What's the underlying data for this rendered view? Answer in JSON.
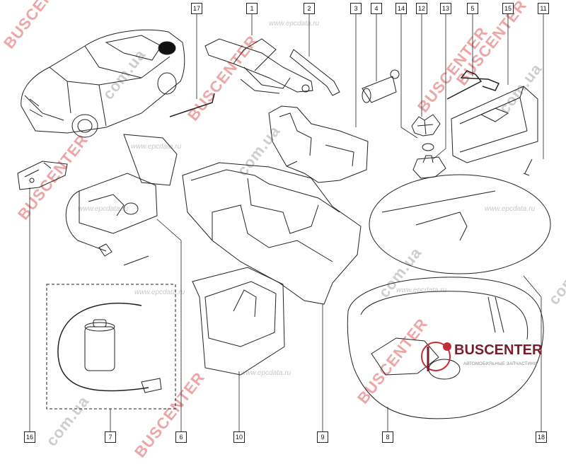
{
  "callouts": [
    {
      "id": "17",
      "label": "17"
    },
    {
      "id": "1",
      "label": "1"
    },
    {
      "id": "2",
      "label": "2"
    },
    {
      "id": "3",
      "label": "3"
    },
    {
      "id": "4",
      "label": "4"
    },
    {
      "id": "14",
      "label": "14"
    },
    {
      "id": "12",
      "label": "12"
    },
    {
      "id": "13",
      "label": "13"
    },
    {
      "id": "5",
      "label": "5"
    },
    {
      "id": "15",
      "label": "15"
    },
    {
      "id": "11",
      "label": "11"
    },
    {
      "id": "16",
      "label": "16"
    },
    {
      "id": "7",
      "label": "7"
    },
    {
      "id": "6",
      "label": "6"
    },
    {
      "id": "10",
      "label": "10"
    },
    {
      "id": "9",
      "label": "9"
    },
    {
      "id": "8",
      "label": "8"
    },
    {
      "id": "18",
      "label": "18"
    }
  ],
  "watermarks": {
    "brand": "BUSCENTER",
    "brand_domain": "com.ua",
    "site": "www.epcdata.ru"
  },
  "logo": {
    "name": "BUSCENTER",
    "tagline": "АВТОМОБИЛЬНЫЕ ЗАПЧАСТИНИ",
    "color": "#7a1d2a"
  },
  "colors": {
    "line": "#222222",
    "accent_red": "#c0303a"
  }
}
